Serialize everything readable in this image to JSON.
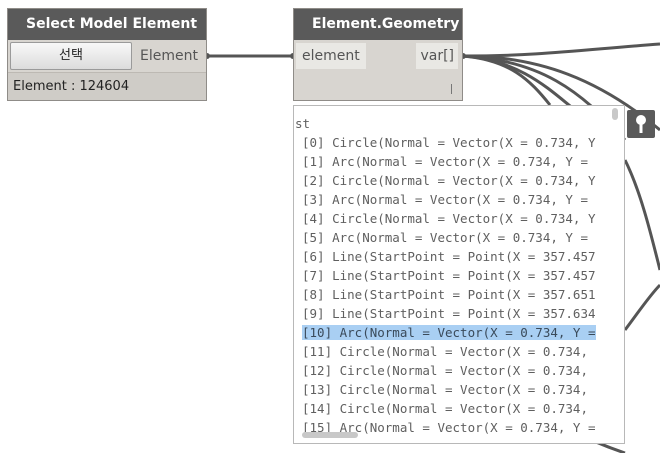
{
  "nodes": {
    "select_model": {
      "title": "Select Model Element",
      "button_label": "선택",
      "output_port": "Element",
      "footer": "Element : 124604"
    },
    "element_geometry": {
      "title": "Element.Geometry",
      "input_port": "element",
      "output_port": "var[]"
    }
  },
  "preview": {
    "header": "st",
    "items": [
      "[0] Circle(Normal = Vector(X = 0.734, Y",
      "[1] Arc(Normal = Vector(X = 0.734, Y =",
      "[2] Circle(Normal = Vector(X = 0.734, Y",
      "[3] Arc(Normal = Vector(X = 0.734, Y =",
      "[4] Circle(Normal = Vector(X = 0.734, Y",
      "[5] Arc(Normal = Vector(X = 0.734, Y =",
      "[6] Line(StartPoint = Point(X = 357.457",
      "[7] Line(StartPoint = Point(X = 357.457",
      "[8] Line(StartPoint = Point(X = 357.651",
      "[9] Line(StartPoint = Point(X = 357.634",
      "[10] Arc(Normal = Vector(X = 0.734, Y =",
      "[11] Circle(Normal = Vector(X = 0.734,",
      "[12] Circle(Normal = Vector(X = 0.734,",
      "[13] Circle(Normal = Vector(X = 0.734,",
      "[14] Circle(Normal = Vector(X = 0.734,",
      "[15] Arc(Normal = Vector(X = 0.734, Y ="
    ],
    "selected_index": 10
  },
  "colors": {
    "node_header": "#5a5a5a",
    "node_body": "#d8d5d0",
    "wire": "#555555",
    "selection": "#a9cff3"
  },
  "icons": {
    "pin": "pin-icon"
  }
}
